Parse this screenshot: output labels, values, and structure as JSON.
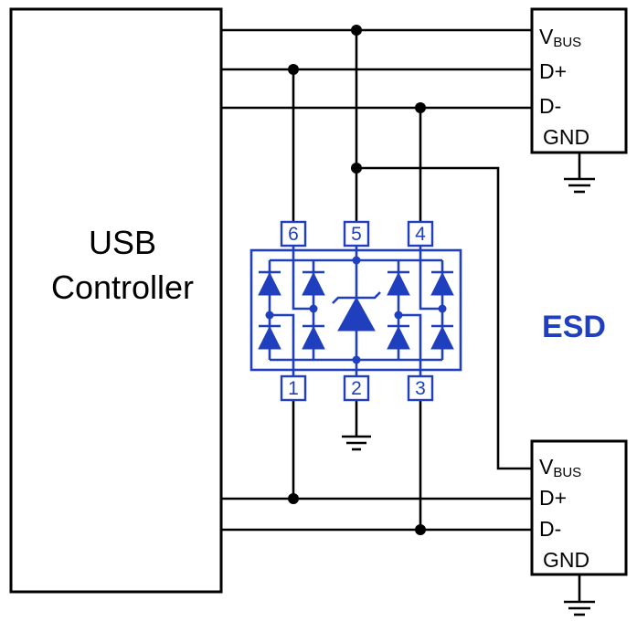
{
  "controller": {
    "line1": "USB",
    "line2": "Controller"
  },
  "connector_top": {
    "vbus_main": "V",
    "vbus_sub": "BUS",
    "dplus": "D+",
    "dminus": "D-",
    "gnd": "GND"
  },
  "connector_bottom": {
    "vbus_main": "V",
    "vbus_sub": "BUS",
    "dplus": "D+",
    "dminus": "D-",
    "gnd": "GND"
  },
  "esd": {
    "label": "ESD",
    "pins_top": [
      "6",
      "5",
      "4"
    ],
    "pins_bottom": [
      "1",
      "2",
      "3"
    ]
  },
  "colors": {
    "esd_accent": "#1f3fbf",
    "wire": "#000000",
    "background": "#ffffff"
  }
}
